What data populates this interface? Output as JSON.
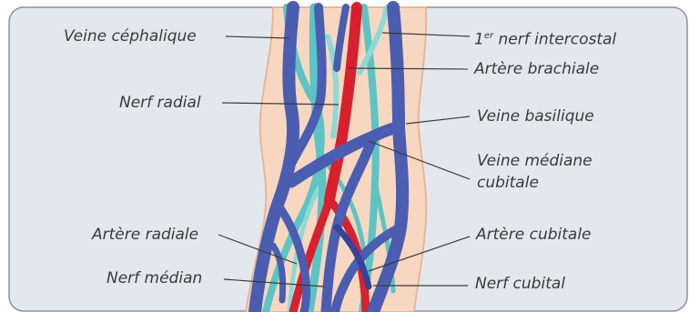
{
  "labels": {
    "veine_cephalique": "Veine céphalique",
    "nerf_intercostal_num": "1",
    "nerf_intercostal_sup": "er",
    "nerf_intercostal_text": " nerf intercostal",
    "artere_brachiale": "Artère brachiale",
    "nerf_radial": "Nerf radial",
    "veine_basilique": "Veine basilique",
    "veine_mediane_line1": "Veine médiane",
    "veine_mediane_line2": "cubitale",
    "artere_radiale": "Artère radiale",
    "artere_cubitale": "Artère cubitale",
    "nerf_median": "Nerf médian",
    "nerf_cubital": "Nerf cubital"
  },
  "colors": {
    "panel_bg": "#e3e8ee",
    "panel_border": "#8a929b",
    "skin": "#f7d7c0",
    "skin_edge": "#e7b69a",
    "vein": "#4a5db0",
    "vein_dark": "#34449a",
    "artery": "#d8202e",
    "nerf": "#5cc4c4",
    "nerf_light": "#8ed9d6",
    "leader": "#3a3a3a"
  }
}
